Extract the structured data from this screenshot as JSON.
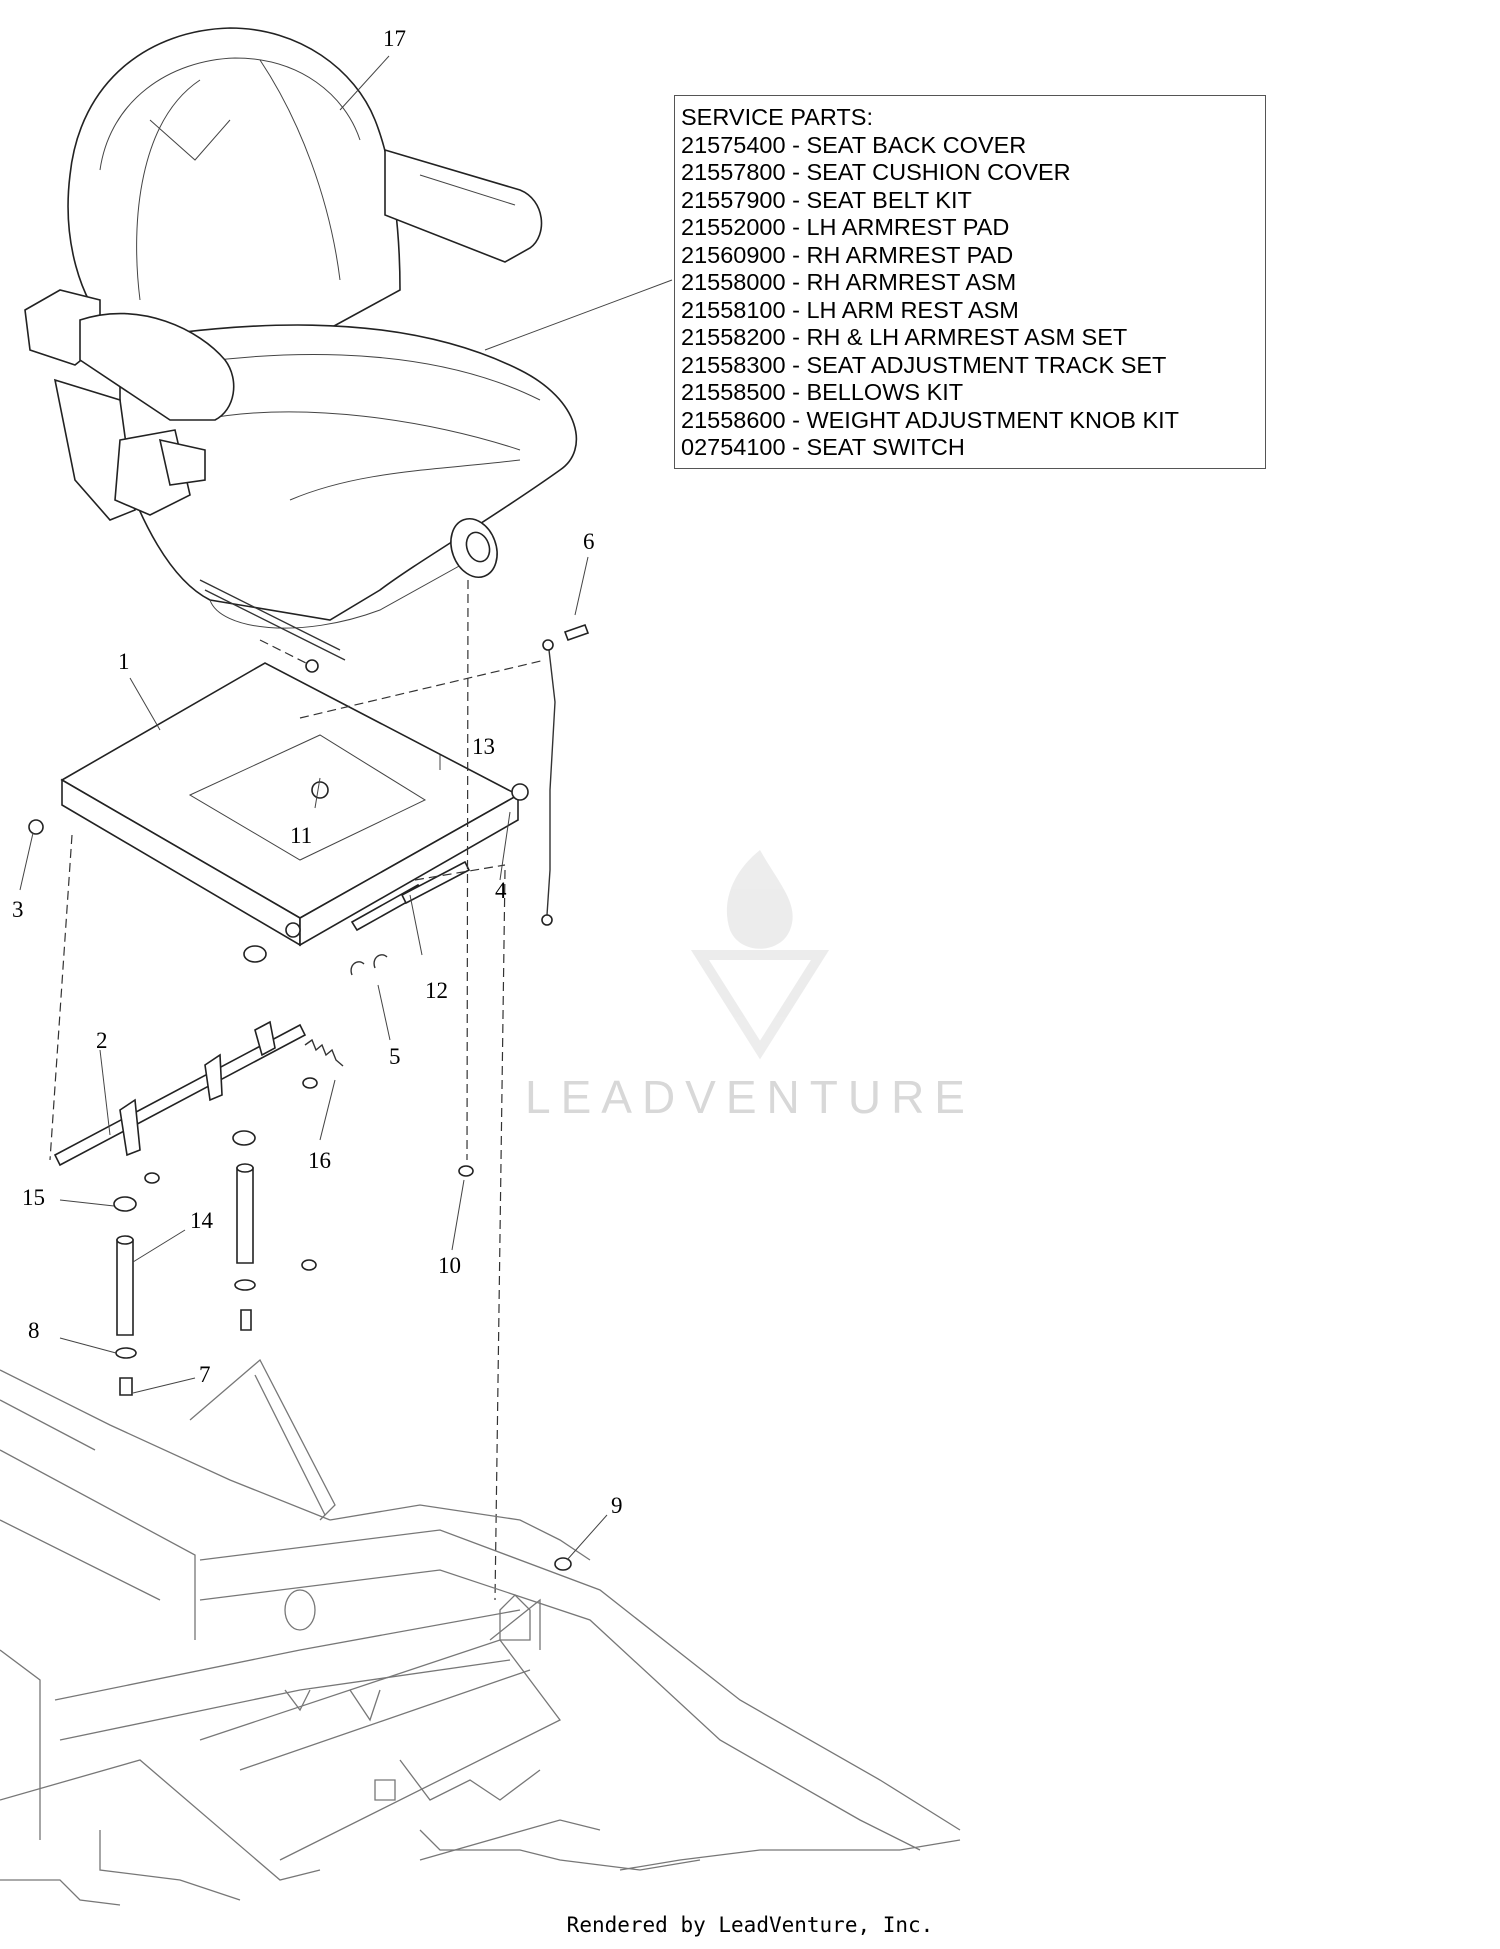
{
  "service_parts": {
    "heading": "SERVICE PARTS:",
    "items": [
      "21575400 - SEAT BACK COVER",
      "21557800 - SEAT CUSHION COVER",
      "21557900 - SEAT BELT KIT",
      "21552000 - LH ARMREST PAD",
      "21560900 - RH ARMREST PAD",
      "21558000 - RH ARMREST ASM",
      "21558100 - LH ARM REST ASM",
      "21558200 - RH & LH ARMREST ASM SET",
      "21558300 - SEAT ADJUSTMENT TRACK SET",
      "21558500 - BELLOWS KIT",
      "21558600 - WEIGHT ADJUSTMENT KNOB KIT",
      "02754100 - SEAT SWITCH"
    ]
  },
  "callouts": [
    "17",
    "6",
    "1",
    "13",
    "11",
    "3",
    "4",
    "12",
    "5",
    "2",
    "16",
    "15",
    "14",
    "10",
    "8",
    "7",
    "9"
  ],
  "watermark": "LEADVENTURE",
  "footer": "Rendered by LeadVenture, Inc."
}
